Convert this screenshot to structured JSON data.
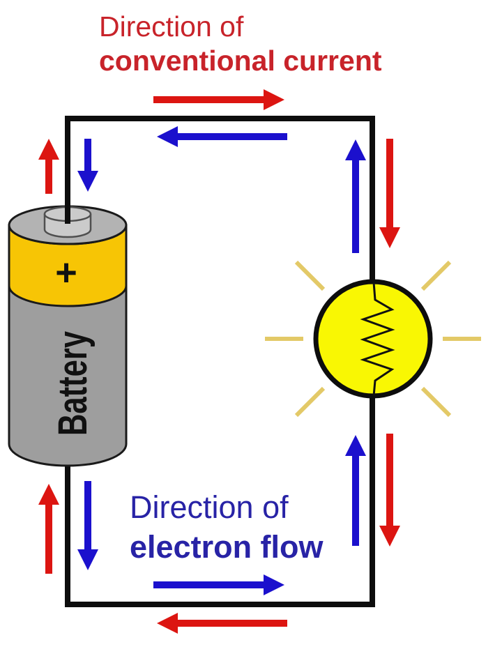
{
  "diagram_title": "Conventional current vs electron flow circuit",
  "captions": {
    "conventional": {
      "line1": "Direction of",
      "line2": "conventional current"
    },
    "electron": {
      "line1": "Direction of",
      "line2": "electron flow"
    }
  },
  "battery": {
    "label": "Battery",
    "polarity": "+"
  },
  "legend": {
    "conventional_current_arrow_color": "red",
    "electron_flow_arrow_color": "blue"
  },
  "colors": {
    "red_arrow": "#dc1511",
    "blue_arrow": "#1b10cd",
    "red_text": "#c8232a",
    "blue_text": "#2823a6",
    "wire_black": "#0d0d0d",
    "battery_body_gray": "#9e9e9e",
    "battery_cap_gray": "#b3b3b3",
    "battery_terminal_gray": "#cbcbcb",
    "battery_band_yellow": "#f7c505",
    "bulb_yellow": "#f9f703",
    "ray_yellow": "#e3c967"
  }
}
